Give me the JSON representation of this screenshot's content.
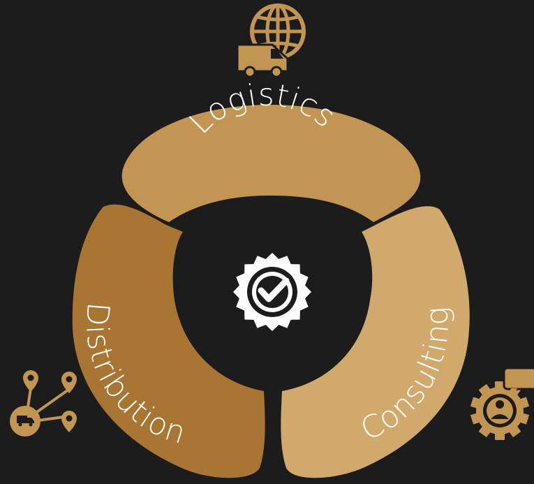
{
  "diagram": {
    "segments": [
      {
        "id": "logistics",
        "label": "Logistics",
        "color": "#c39552",
        "icon": "globe-delivery-truck-icon"
      },
      {
        "id": "consulting",
        "label": "Consulting",
        "color": "#d1a96c",
        "icon": "gear-person-chat-icon"
      },
      {
        "id": "distribution",
        "label": "Distribution",
        "color": "#a97532",
        "icon": "map-pins-truck-network-icon"
      }
    ],
    "center_icon": "verified-check-badge-icon",
    "background_color": "#1c1c1c",
    "label_color": "#ffffff"
  }
}
